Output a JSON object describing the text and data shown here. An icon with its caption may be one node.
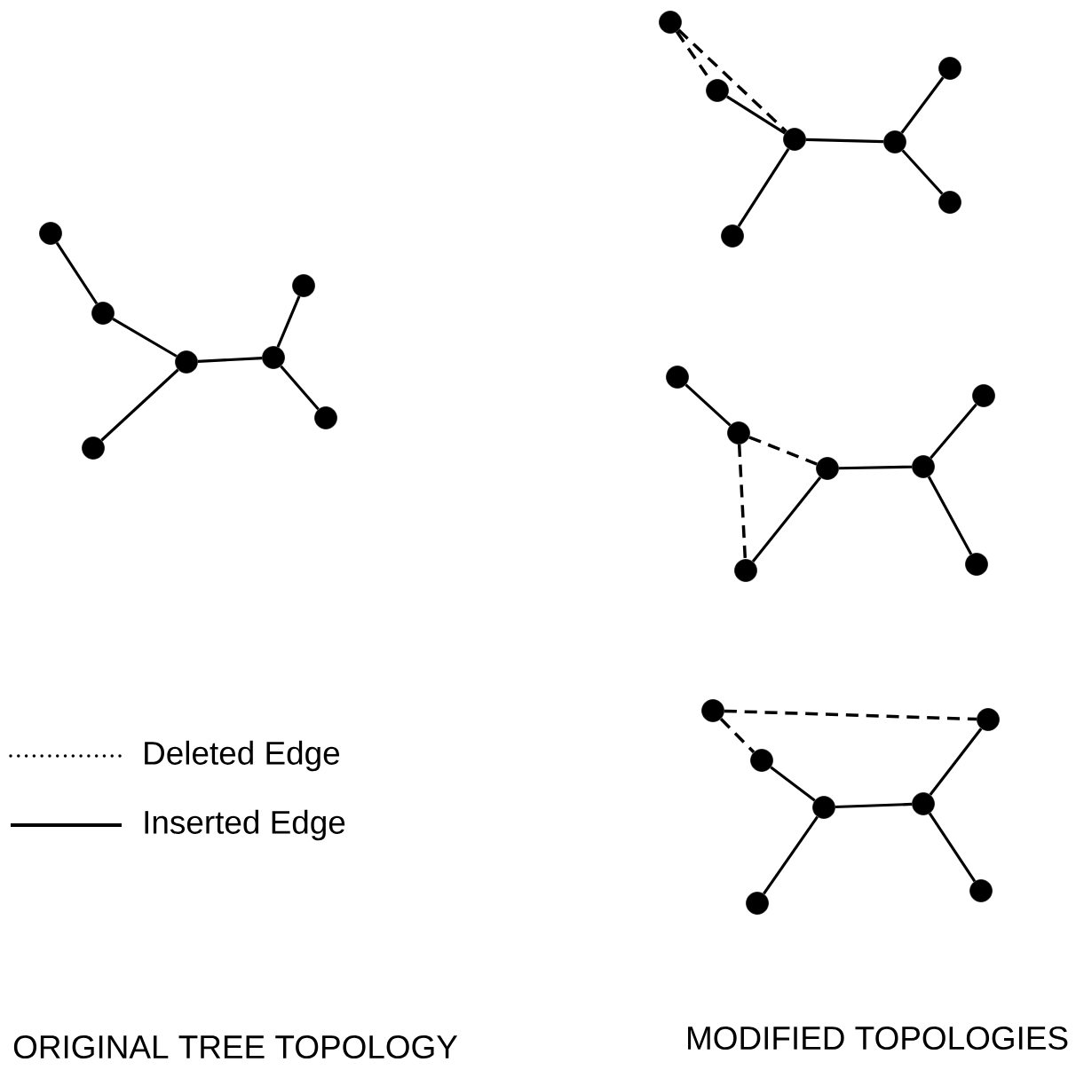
{
  "diagram": {
    "nodes": [
      {
        "text": [],
        "shape": "circle"
      },
      {
        "text": [],
        "shape": "circle"
      },
      {
        "text": [],
        "shape": "circle"
      },
      {
        "text": [],
        "shape": "circle"
      },
      {
        "text": [],
        "shape": "circle"
      },
      {
        "text": [],
        "shape": "circle"
      },
      {
        "text": [],
        "shape": "circle"
      },
      {
        "text": [],
        "shape": "circle"
      },
      {
        "text": [],
        "shape": "circle"
      },
      {
        "text": [],
        "shape": "circle"
      },
      {
        "text": [],
        "shape": "circle"
      },
      {
        "text": [],
        "shape": "circle"
      },
      {
        "text": [],
        "shape": "circle"
      },
      {
        "text": [],
        "shape": "circle"
      },
      {
        "text": [],
        "shape": "circle"
      },
      {
        "text": [],
        "shape": "circle"
      },
      {
        "text": [],
        "shape": "circle"
      },
      {
        "text": [],
        "shape": "circle"
      },
      {
        "text": [],
        "shape": "circle"
      },
      {
        "text": [],
        "shape": "circle"
      },
      {
        "text": [],
        "shape": "circle"
      },
      {
        "text": [],
        "shape": "circle"
      },
      {
        "text": [],
        "shape": "circle"
      },
      {
        "text": [],
        "shape": "circle"
      },
      {
        "text": [],
        "shape": "circle"
      },
      {
        "text": [],
        "shape": "circle"
      },
      {
        "text": [],
        "shape": "circle"
      },
      {
        "text": [],
        "shape": "circle"
      }
    ],
    "edges": [
      {
        "from": 0,
        "to": 1,
        "arrow": "none"
      },
      {
        "from": 1,
        "to": 2,
        "arrow": "none"
      },
      {
        "from": 2,
        "to": 3,
        "arrow": "none"
      },
      {
        "from": 3,
        "to": 4,
        "arrow": "none"
      },
      {
        "from": 3,
        "to": 5,
        "arrow": "none"
      },
      {
        "from": 2,
        "to": 6,
        "arrow": "none"
      },
      {
        "from": 7,
        "to": 8,
        "arrow": "none",
        "style": "dashed"
      },
      {
        "from": 7,
        "to": 9,
        "arrow": "none",
        "style": "dashed"
      },
      {
        "from": 8,
        "to": 9,
        "arrow": "none"
      },
      {
        "from": 9,
        "to": 10,
        "arrow": "none"
      },
      {
        "from": 10,
        "to": 11,
        "arrow": "none"
      },
      {
        "from": 10,
        "to": 12,
        "arrow": "none"
      },
      {
        "from": 9,
        "to": 13,
        "arrow": "none"
      },
      {
        "from": 14,
        "to": 15,
        "arrow": "none"
      },
      {
        "from": 15,
        "to": 16,
        "arrow": "none",
        "style": "dashed"
      },
      {
        "from": 15,
        "to": 20,
        "arrow": "none",
        "style": "dashed"
      },
      {
        "from": 20,
        "to": 16,
        "arrow": "none"
      },
      {
        "from": 16,
        "to": 17,
        "arrow": "none"
      },
      {
        "from": 17,
        "to": 18,
        "arrow": "none"
      },
      {
        "from": 17,
        "to": 19,
        "arrow": "none"
      },
      {
        "from": 21,
        "to": 22,
        "arrow": "none",
        "style": "dashed"
      },
      {
        "from": 21,
        "to": 25,
        "arrow": "none",
        "style": "dashed"
      },
      {
        "from": 22,
        "to": 23,
        "arrow": "none"
      },
      {
        "from": 23,
        "to": 24,
        "arrow": "none"
      },
      {
        "from": 24,
        "to": 25,
        "arrow": "none"
      },
      {
        "from": 24,
        "to": 26,
        "arrow": "none"
      },
      {
        "from": 23,
        "to": 27,
        "arrow": "none"
      }
    ],
    "labels": [
      "ORIGINAL TREE TOPOLOGY",
      "MODIFIED TOPOLOGIES"
    ],
    "legend": [
      {
        "text": "Deleted Edge"
      },
      {
        "text": "Inserted Edge"
      }
    ]
  }
}
